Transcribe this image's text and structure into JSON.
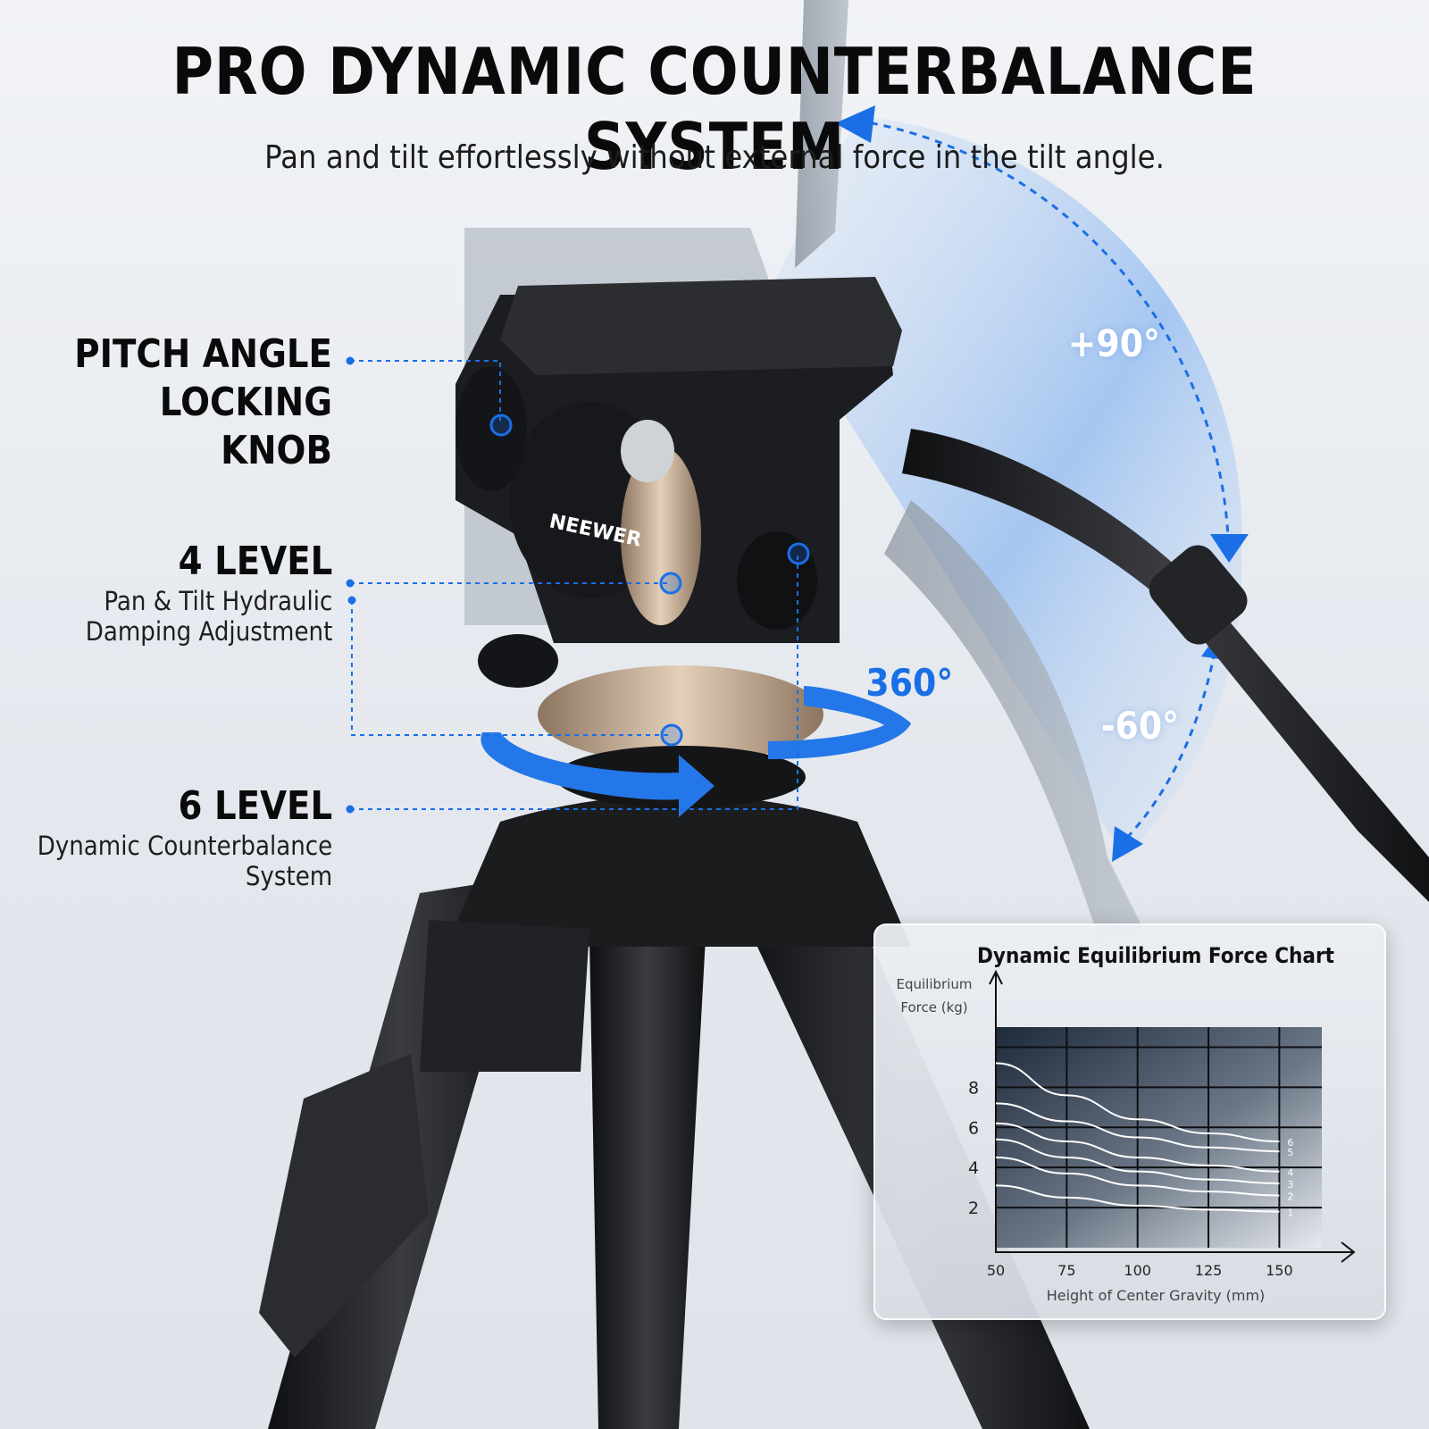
{
  "header": {
    "title": "PRO DYNAMIC COUNTERBALANCE SYSTEM",
    "subtitle": "Pan and tilt effortlessly without external force in the tilt angle."
  },
  "callouts": [
    {
      "title_line1": "PITCH ANGLE",
      "title_line2": "LOCKING KNOB"
    },
    {
      "title": "4 LEVEL",
      "desc_line1": "Pan & Tilt Hydraulic",
      "desc_line2": "Damping Adjustment"
    },
    {
      "title": "6 LEVEL",
      "desc_line1": "Dynamic Counterbalance",
      "desc_line2": "System"
    }
  ],
  "angles": {
    "tilt_up": "+90°",
    "tilt_down": "-60°",
    "pan": "360°"
  },
  "product": {
    "brand": "NEEWER"
  },
  "colors": {
    "accent_blue": "#1a6fe6",
    "text_dark": "#0a0a0a",
    "tripod_black": "#1b1c1e",
    "bronze": "#b79a7d"
  },
  "chart_data": {
    "type": "line",
    "title": "Dynamic Equilibrium Force Chart",
    "ylabel_line1": "Equilibrium",
    "ylabel_line2": "Force (kg)",
    "xlabel": "Height of Center Gravity (mm)",
    "x_ticks": [
      "50",
      "75",
      "100",
      "125",
      "150"
    ],
    "y_ticks": [
      "2",
      "4",
      "6",
      "8"
    ],
    "x": [
      50,
      75,
      100,
      125,
      150
    ],
    "xlim": [
      50,
      165
    ],
    "ylim": [
      0,
      11
    ],
    "grid": true,
    "series": [
      {
        "name": "1",
        "values": [
          3.1,
          2.5,
          2.1,
          1.9,
          1.8
        ]
      },
      {
        "name": "2",
        "values": [
          4.5,
          3.7,
          3.1,
          2.8,
          2.6
        ]
      },
      {
        "name": "3",
        "values": [
          5.4,
          4.5,
          3.8,
          3.4,
          3.2
        ]
      },
      {
        "name": "4",
        "values": [
          6.2,
          5.3,
          4.5,
          4.1,
          3.8
        ]
      },
      {
        "name": "5",
        "values": [
          7.2,
          6.3,
          5.5,
          5.0,
          4.8
        ]
      },
      {
        "name": "6",
        "values": [
          9.2,
          7.6,
          6.4,
          5.7,
          5.3
        ]
      }
    ]
  }
}
